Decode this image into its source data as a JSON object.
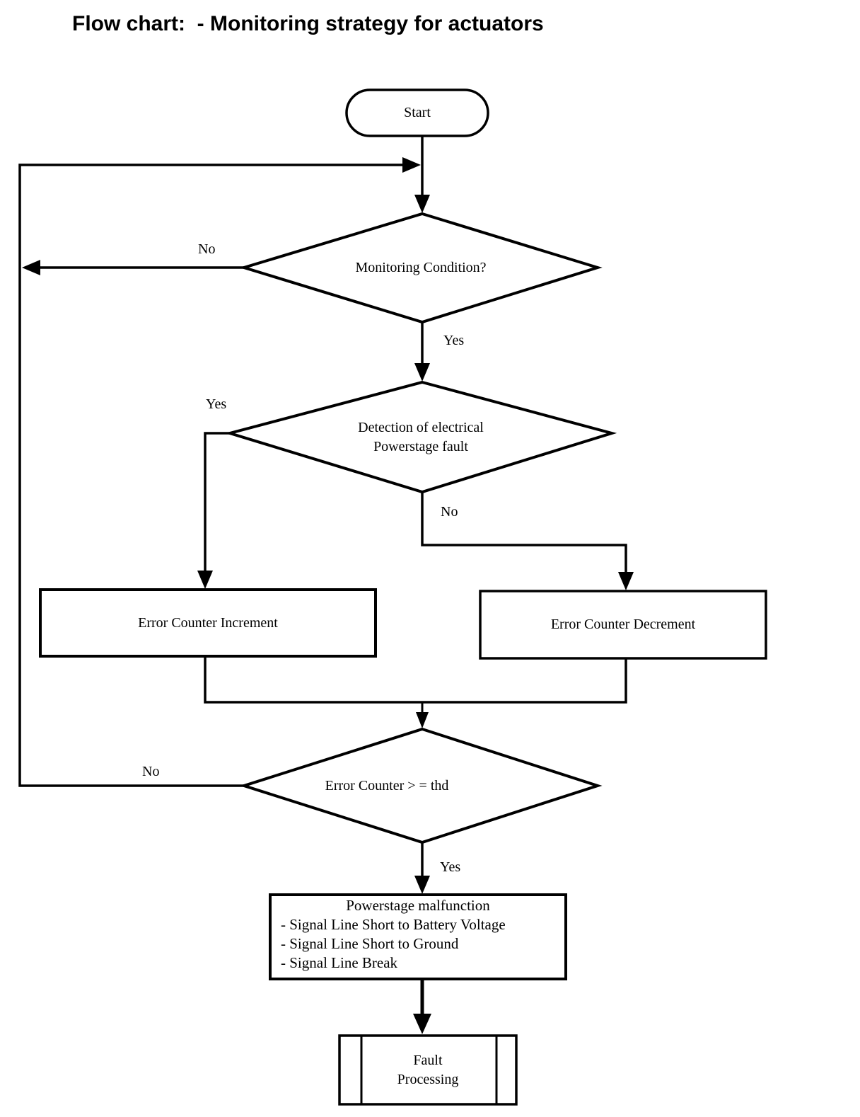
{
  "title": "Flow chart:  - Monitoring strategy for actuators",
  "diagram": {
    "nodes": {
      "start": {
        "label": "Start",
        "shape": "terminator"
      },
      "monitoring_condition": {
        "label": "Monitoring Condition?",
        "shape": "decision"
      },
      "powerstage_fault_detection": {
        "label_line1": "Detection of electrical",
        "label_line2": "Powerstage fault",
        "shape": "decision"
      },
      "error_counter_increment": {
        "label": "Error Counter Increment",
        "shape": "process"
      },
      "error_counter_decrement": {
        "label": "Error Counter Decrement",
        "shape": "process"
      },
      "error_counter_threshold": {
        "label": "Error Counter > = thd",
        "shape": "decision"
      },
      "powerstage_malfunction": {
        "label": "Powerstage malfunction",
        "items": [
          "- Signal Line Short to Battery Voltage",
          "- Signal Line Short to Ground",
          "- Signal Line Break"
        ],
        "shape": "process"
      },
      "fault_processing": {
        "label_line1": "Fault",
        "label_line2": "Processing",
        "shape": "predefined_process"
      }
    },
    "edge_labels": {
      "monitoring_condition_no": "No",
      "monitoring_condition_yes": "Yes",
      "detection_yes": "Yes",
      "detection_no": "No",
      "threshold_no": "No",
      "threshold_yes": "Yes"
    },
    "colors": {
      "line": "#000000",
      "background": "#ffffff",
      "text": "#000000"
    }
  }
}
